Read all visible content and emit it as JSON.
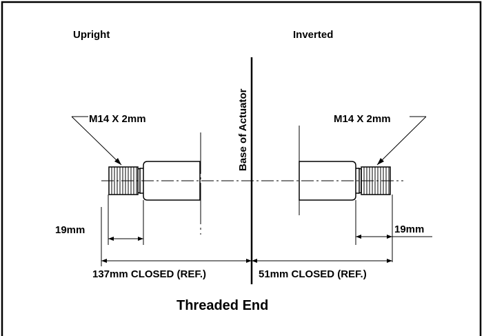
{
  "labels": {
    "upright": "Upright",
    "inverted": "Inverted",
    "base": "Base of Actuator",
    "thread_left": "M14 X 2mm",
    "thread_right": "M14 X 2mm",
    "dim_19_left": "19mm",
    "dim_19_right": "19mm",
    "closed_left": "137mm CLOSED (REF.)",
    "closed_right": "51mm CLOSED (REF.)",
    "title": "Threaded End"
  }
}
